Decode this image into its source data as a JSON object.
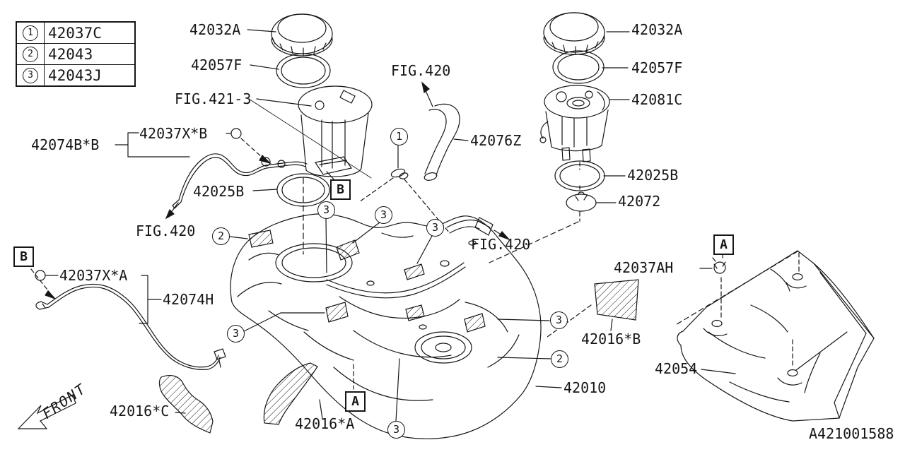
{
  "legend": {
    "rows": [
      {
        "ref": "1",
        "part": "42037C"
      },
      {
        "ref": "2",
        "part": "42043"
      },
      {
        "ref": "3",
        "part": "42043J"
      }
    ]
  },
  "labels": {
    "cap_left": "42032A",
    "gasket_left": "42057F",
    "fig421_3": "FIG.421-3",
    "clamp_b": "42037X*B",
    "pipe_b": "42074B*B",
    "ring_left": "42025B",
    "fig420_left": "FIG.420",
    "fig420_top": "FIG.420",
    "hose": "42076Z",
    "cap_right": "42032A",
    "gasket_right": "42057F",
    "pump_right": "42081C",
    "ring_right": "42025B",
    "grommet": "42072",
    "fig420_mid": "FIG.420",
    "clamp_ah": "42037AH",
    "pad_b": "42016*B",
    "protector": "42054",
    "tank": "42010",
    "clamp_a": "42037X*A",
    "pipe_a": "42074H",
    "pad_c": "42016*C",
    "pad_a": "42016*A",
    "front": "FRONT",
    "diagram_id": "A421001588"
  },
  "callouts": {
    "one": "1",
    "two": "2",
    "three": "3"
  },
  "boxes": {
    "a": "A",
    "b": "B"
  },
  "colors": {
    "line": "#161616",
    "background": "#ffffff"
  }
}
